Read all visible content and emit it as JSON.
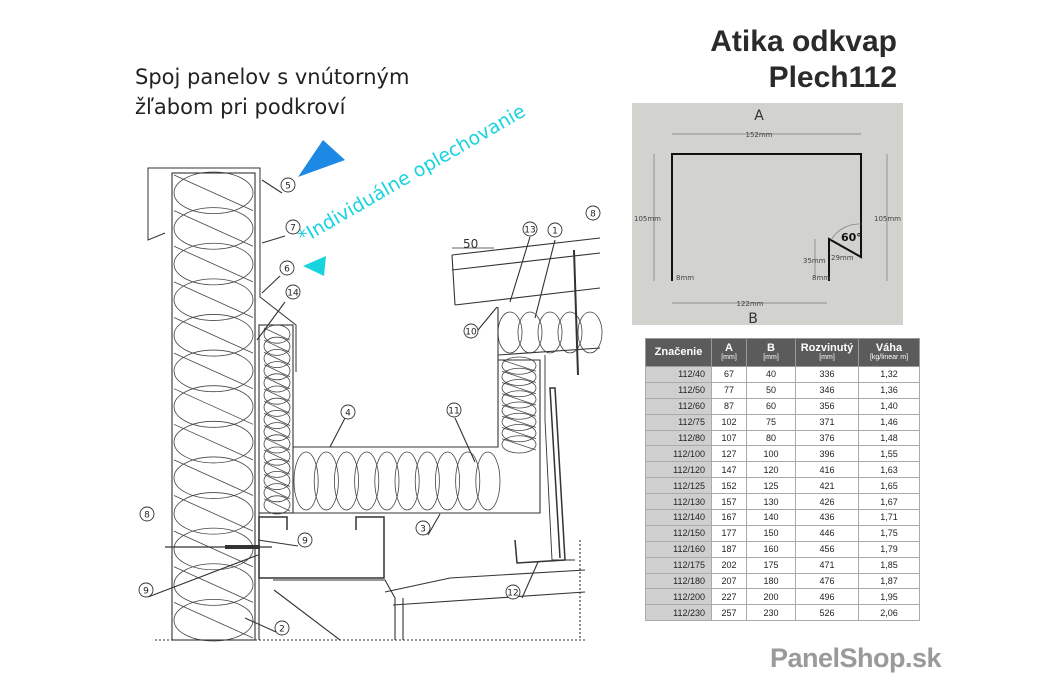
{
  "left_title": {
    "line1": "Spoj panelov s vnútorným",
    "line2": "žľabom pri podkroví"
  },
  "right_title": {
    "line1": "Atika odkvap",
    "line2": "Plech112"
  },
  "note": "*Individuálne oplechovanie",
  "drawing": {
    "labels": [
      "5",
      "7",
      "6",
      "14",
      "13",
      "1",
      "8",
      "10",
      "4",
      "11",
      "3",
      "9",
      "8",
      "9",
      "2",
      "12"
    ],
    "dimension": "50"
  },
  "profile": {
    "label_a": "A",
    "label_b": "B",
    "dim_top": "152mm",
    "dim_left": "105mm",
    "dim_right": "105mm",
    "dim_bottom": "122mm",
    "dim_lip_left": "8mm",
    "dim_lip_right": "8mm",
    "dim_inner": "35mm",
    "dim_drip": "29mm",
    "angle": "60°"
  },
  "table": {
    "headers": [
      {
        "main": "Značenie",
        "unit": ""
      },
      {
        "main": "A",
        "unit": "[mm]"
      },
      {
        "main": "B",
        "unit": "[mm]"
      },
      {
        "main": "Rozvinutý",
        "unit": "[mm]"
      },
      {
        "main": "Váha",
        "unit": "[kg/linear m]"
      }
    ],
    "rows": [
      [
        "112/40",
        "67",
        "40",
        "336",
        "1,32"
      ],
      [
        "112/50",
        "77",
        "50",
        "346",
        "1,36"
      ],
      [
        "112/60",
        "87",
        "60",
        "356",
        "1,40"
      ],
      [
        "112/75",
        "102",
        "75",
        "371",
        "1,46"
      ],
      [
        "112/80",
        "107",
        "80",
        "376",
        "1,48"
      ],
      [
        "112/100",
        "127",
        "100",
        "396",
        "1,55"
      ],
      [
        "112/120",
        "147",
        "120",
        "416",
        "1,63"
      ],
      [
        "112/125",
        "152",
        "125",
        "421",
        "1,65"
      ],
      [
        "112/130",
        "157",
        "130",
        "426",
        "1,67"
      ],
      [
        "112/140",
        "167",
        "140",
        "436",
        "1,71"
      ],
      [
        "112/150",
        "177",
        "150",
        "446",
        "1,75"
      ],
      [
        "112/160",
        "187",
        "160",
        "456",
        "1,79"
      ],
      [
        "112/175",
        "202",
        "175",
        "471",
        "1,85"
      ],
      [
        "112/180",
        "207",
        "180",
        "476",
        "1,87"
      ],
      [
        "112/200",
        "227",
        "200",
        "496",
        "1,95"
      ],
      [
        "112/230",
        "257",
        "230",
        "526",
        "2,06"
      ]
    ]
  },
  "logo": "PanelShop.sk",
  "colors": {
    "arrow_blue": "#1e88e5",
    "note_cyan": "#19d3df",
    "profile_bg": "#d2d2ce",
    "header_bg": "#5b5b5b"
  }
}
